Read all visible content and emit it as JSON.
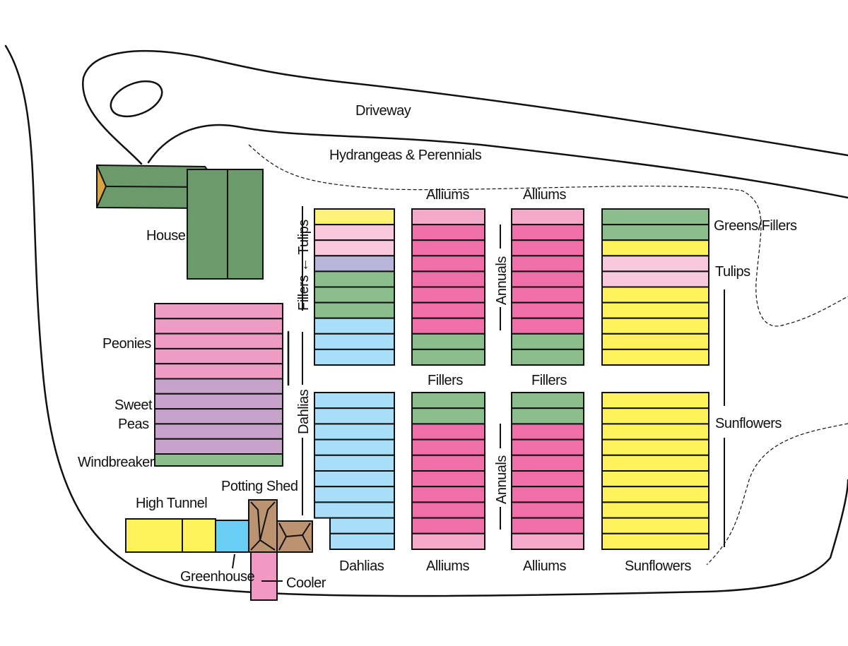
{
  "colors": {
    "tulips_yellow": "#FFF176",
    "tulips_pink": "#F8C8DC",
    "lavender": "#B9B5DA",
    "fillers": "#8CBD8C",
    "dahlias": "#A8DEF8",
    "alliums": "#F4A9CB",
    "annuals": "#F06FA8",
    "sunflowers": "#FFF35C",
    "peonies": "#EE9CC4",
    "sweet_peas": "#C7A2CB",
    "windbreaker": "#8CBD8C",
    "house": "#6B9B6B",
    "house_gable": "#D9A441",
    "high_tunnel": "#FFF35C",
    "greenhouse": "#6ACDF3",
    "shed": "#BC9370",
    "cooler": "#F299C3"
  },
  "labels": {
    "driveway": "Driveway",
    "hydrangeas": "Hydrangeas & Perennials",
    "house": "House",
    "peonies": "Peonies",
    "sweet_peas_1": "Sweet",
    "sweet_peas_2": "Peas",
    "windbreaker": "Windbreaker",
    "high_tunnel": "High Tunnel",
    "potting_shed": "Potting Shed",
    "greenhouse": "Greenhouse",
    "cooler": "Cooler",
    "fillers_tulips": "Fillers ← Tulips",
    "dahlias_side": "Dahlias",
    "dahlias_bottom": "Dahlias",
    "alliums_top_1": "Alliums",
    "alliums_top_2": "Alliums",
    "alliums_bottom_1": "Alliums",
    "alliums_bottom_2": "Alliums",
    "fillers_mid_1": "Fillers",
    "fillers_mid_2": "Fillers",
    "annuals_top": "Annuals",
    "annuals_bottom": "Annuals",
    "greens_fillers": "Greens/Fillers",
    "tulips_right": "Tulips",
    "sunflowers_side": "Sunflowers",
    "sunflowers_bottom": "Sunflowers"
  },
  "beds": [
    {
      "name": "bed-tulips-fillers-dahlias",
      "rows": [
        "tulips_yellow",
        "tulips_pink",
        "tulips_pink",
        "lavender",
        "fillers",
        "fillers",
        "fillers",
        "dahlias",
        "dahlias",
        "dahlias"
      ]
    },
    {
      "name": "bed-alliums-annuals-top-1",
      "rows": [
        "alliums",
        "annuals",
        "annuals",
        "annuals",
        "annuals",
        "annuals",
        "annuals",
        "annuals",
        "fillers",
        "fillers"
      ]
    },
    {
      "name": "bed-alliums-annuals-top-2",
      "rows": [
        "alliums",
        "annuals",
        "annuals",
        "annuals",
        "annuals",
        "annuals",
        "annuals",
        "annuals",
        "fillers",
        "fillers"
      ]
    },
    {
      "name": "bed-greens-tulips-sunflowers",
      "rows": [
        "fillers",
        "fillers",
        "sunflowers",
        "tulips_pink",
        "tulips_pink",
        "sunflowers",
        "sunflowers",
        "sunflowers",
        "sunflowers",
        "sunflowers"
      ]
    },
    {
      "name": "bed-dahlias",
      "rows": [
        "dahlias",
        "dahlias",
        "dahlias",
        "dahlias",
        "dahlias",
        "dahlias",
        "dahlias",
        "dahlias",
        "dahlias",
        "dahlias"
      ]
    },
    {
      "name": "bed-fillers-annuals-alliums-1",
      "rows": [
        "fillers",
        "fillers",
        "annuals",
        "annuals",
        "annuals",
        "annuals",
        "annuals",
        "annuals",
        "annuals",
        "alliums"
      ]
    },
    {
      "name": "bed-fillers-annuals-alliums-2",
      "rows": [
        "fillers",
        "fillers",
        "annuals",
        "annuals",
        "annuals",
        "annuals",
        "annuals",
        "annuals",
        "annuals",
        "alliums"
      ]
    },
    {
      "name": "bed-sunflowers",
      "rows": [
        "sunflowers",
        "sunflowers",
        "sunflowers",
        "sunflowers",
        "sunflowers",
        "sunflowers",
        "sunflowers",
        "sunflowers",
        "sunflowers",
        "sunflowers"
      ]
    },
    {
      "name": "bed-peonies-sweet-peas",
      "rows": [
        "peonies",
        "peonies",
        "peonies",
        "peonies",
        "peonies",
        "sweet_peas",
        "sweet_peas",
        "sweet_peas",
        "sweet_peas",
        "sweet_peas"
      ]
    }
  ]
}
